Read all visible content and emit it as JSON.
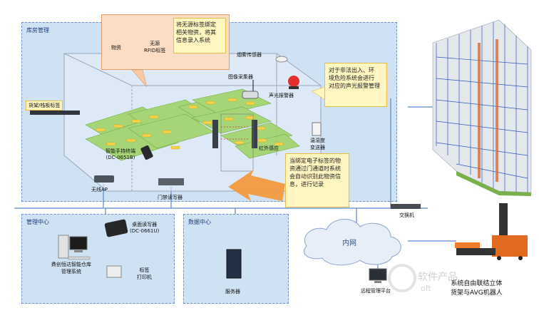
{
  "warehouse": {
    "title": "库房管理",
    "goods_label": "物资",
    "rfid_label": "无源\nRFID标签",
    "callout_register": "将无源标签绑定\n相关物资，将其\n信息录入系统",
    "smoke_label": "烟雾传感器",
    "camera_label": "图像采集器",
    "alarm_label": "声光报警器",
    "callout_alarm": "对于非法出入、环\n境危险系统会进行\n对应的声光报警管理",
    "shelf_tag_label": "货架/栈板标签",
    "handheld_label": "智能手持终端\n(DC-0651B)",
    "infrared_label": "红外感应",
    "temp_label": "温湿度\n变送器",
    "wireless_ap_label": "无线AP",
    "gate_reader_label": "门禁读写器",
    "callout_gate": "当绑定电子标签的物\n资通过门通道时系统\n会自动识别此物资信\n息，进行记录"
  },
  "switch_label": "交换机",
  "network_label": "内网",
  "management": {
    "title": "管理中心",
    "desktop_reader_label": "桌面读写器\n(DC-0661U)",
    "system_label": "鼎创恒达智能仓库\n管理系统",
    "printer_label": "标签\n打印机"
  },
  "data_center": {
    "title": "数据中心",
    "server_label": "服务器"
  },
  "remote_label": "远程管理平台",
  "agv_label": "系统自由联结立体\n货架与AVG机器人",
  "watermark": "软件产品",
  "watermark_sub": "oft"
}
